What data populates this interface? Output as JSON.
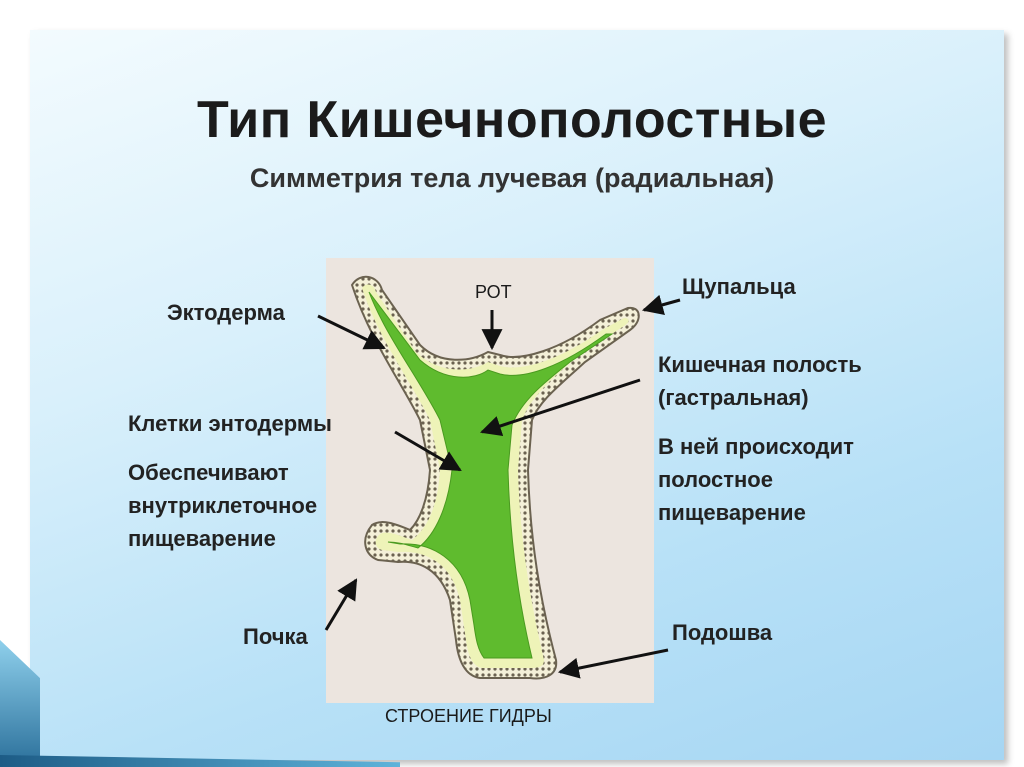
{
  "slide": {
    "title": "Тип Кишечнополостные",
    "subtitle": "Симметрия тела лучевая (радиальная)"
  },
  "labels": {
    "rot": "РОТ",
    "ectoderm": "Эктодерма",
    "tentacles": "Щупальца",
    "gut_cavity_1": "Кишечная полость",
    "gut_cavity_2": "(гастральная)",
    "digestion_1": "В ней происходит",
    "digestion_2": "полостное",
    "digestion_3": "пищеварение",
    "endoderm_cells": "Клетки энтодермы",
    "endo_func_1": "Обеспечивают",
    "endo_func_2": "внутриклеточное",
    "endo_func_3": "пищеварение",
    "bud": "Почка",
    "sole": "Подошва",
    "caption": "СТРОЕНИЕ ГИДРЫ"
  },
  "colors": {
    "body_green": "#5fbb2e",
    "endoderm_pale": "#eef3b8",
    "ectoderm_outline": "#6b6250",
    "picture_bg": "#ece5df"
  }
}
